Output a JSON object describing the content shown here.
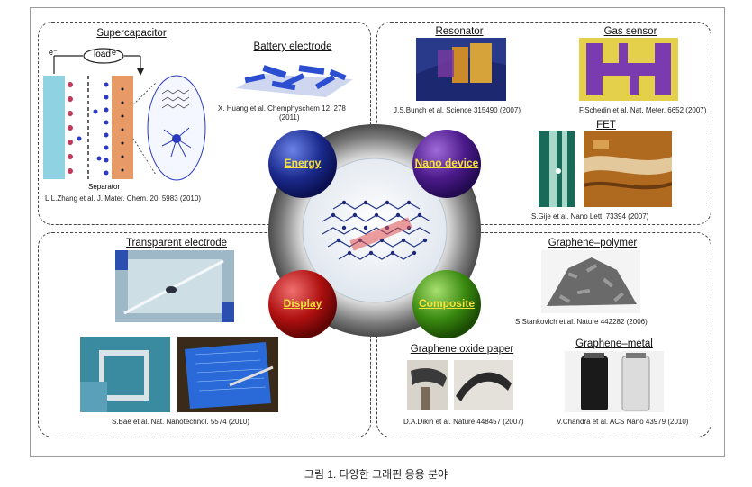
{
  "panels": {
    "supercapacitor": {
      "title": "Supercapacitor",
      "load_label": "load",
      "electron_left": "e⁻",
      "electron_right": "e⁻",
      "separator_label": "Separator",
      "citation": "L.L.Zhang et al. J. Mater. Chem. 20, 5983 (2010)"
    },
    "battery": {
      "title": "Battery electrode",
      "citation_line1": "X. Huang et al. Chemphyschem 12, 278",
      "citation_line2": "(2011)"
    },
    "resonator": {
      "title": "Resonator",
      "citation": "J.S.Bunch et al. Science 315490 (2007)"
    },
    "gas_sensor": {
      "title": "Gas sensor",
      "citation": "F.Schedin et al. Nat. Meter. 6652 (2007)"
    },
    "fet": {
      "title": "FET",
      "citation": "S.Gije et al. Nano Lett. 73394 (2007)"
    },
    "transparent": {
      "title": "Transparent electrode",
      "citation": "S.Bae et al. Nat. Nanotechnol. 5574 (2010)"
    },
    "graphene_polymer": {
      "title": "Graphene–polymer",
      "citation": "S.Stankovich et al. Nature 442282 (2006)"
    },
    "oxide_paper": {
      "title": "Graphene oxide paper",
      "citation": "D.A.Dikin et al. Nature 448457 (2007)"
    },
    "graphene_metal": {
      "title": "Graphene–metal",
      "citation": "V.Chandra et al. ACS Nano 43979 (2010)"
    }
  },
  "center": {
    "energy": "Energy",
    "nano_device": "Nano device",
    "display": "Display",
    "composite": "Composite",
    "colors": {
      "energy": "#1b2a8c",
      "nano": "#4b1a8a",
      "display": "#b01010",
      "composite": "#3a8a10",
      "label": "#f6e23a"
    }
  },
  "caption": "그림 1. 다양한 그래핀 응용 분야"
}
